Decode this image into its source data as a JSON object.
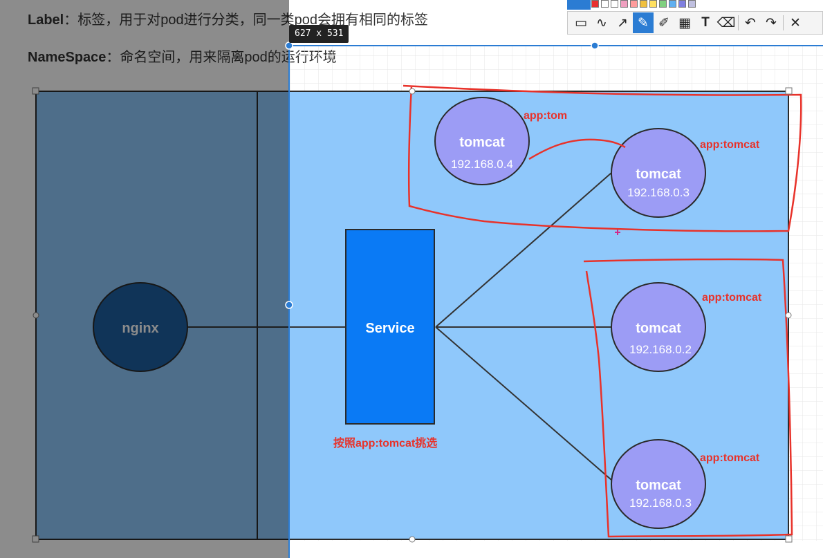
{
  "window": {
    "selection_size_label": "627 x 531"
  },
  "doc_lines": [
    {
      "term": "Label",
      "sep": "：",
      "text": "标签，用于对pod进行分类，同一类pod会拥有相同的标签"
    },
    {
      "term": "NameSpace",
      "sep": "：",
      "text": "命名空间，用来隔离pod的运行环境"
    }
  ],
  "diagram": {
    "nginx_label": "nginx",
    "service_label": "Service",
    "pods": [
      {
        "name": "tomcat",
        "ip": "192.168.0.4",
        "tag": "app:tom"
      },
      {
        "name": "tomcat",
        "ip": "192.168.0.3",
        "tag": "app:tomcat"
      },
      {
        "name": "tomcat",
        "ip": "192.168.0.2",
        "tag": "app:tomcat"
      },
      {
        "name": "tomcat",
        "ip": "192.168.0.3",
        "tag": "app:tomcat"
      }
    ],
    "selector_note": "按照app:tomcat挑选"
  },
  "colors": {
    "panel_bg": "#8fc8fb",
    "pod_fill": "#9c9cf5",
    "service_fill": "#0a7af5",
    "nginx_fill": "#1e5fa0",
    "annotation_red": "#e8322a",
    "selection_blue": "#2b7cd3"
  },
  "toolbar": {
    "palette_colors": [
      "#e83030",
      "#ffffff",
      "#ffffff",
      "#f0a0c0",
      "#ff9c9c",
      "#f0c040",
      "#ffe060",
      "#80d080",
      "#60b0f0",
      "#8080e0",
      "#c0c0e0"
    ],
    "tools": [
      {
        "icon": "shape-icon",
        "glyph": "▭"
      },
      {
        "icon": "curve-icon",
        "glyph": "〰"
      },
      {
        "icon": "arrow-icon",
        "glyph": "↗"
      },
      {
        "icon": "pen-icon",
        "glyph": "✎"
      },
      {
        "icon": "marker-icon",
        "glyph": "✐"
      },
      {
        "icon": "mosaic-icon",
        "glyph": "▦"
      },
      {
        "icon": "text-icon",
        "glyph": "T"
      },
      {
        "icon": "eraser-icon",
        "glyph": "⌫"
      },
      {
        "icon": "undo-icon",
        "glyph": "↶"
      },
      {
        "icon": "redo-icon",
        "glyph": "↷"
      },
      {
        "icon": "close-icon",
        "glyph": "✕"
      }
    ]
  }
}
